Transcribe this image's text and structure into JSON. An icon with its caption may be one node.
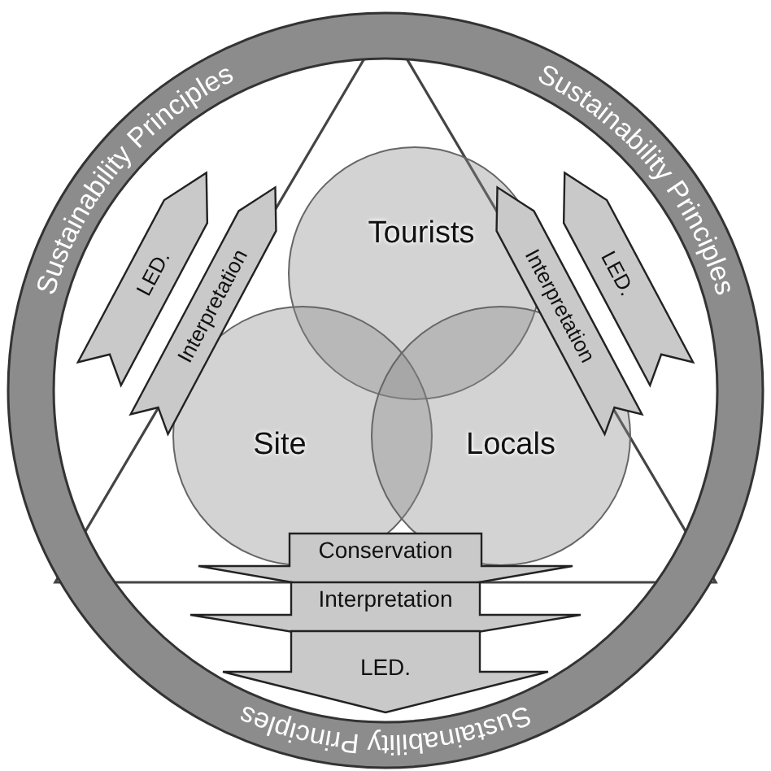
{
  "diagram": {
    "nodes": [
      {
        "text": [
          "Sustainability Principles",
          "Sustainability Principles",
          "Sustainability Principles"
        ]
      },
      {
        "text": [
          "Tourists"
        ],
        "in": 0
      },
      {
        "text": [
          "Site"
        ],
        "in": 0
      },
      {
        "text": [
          "Locals"
        ],
        "in": 0
      },
      {
        "text": [
          "LED."
        ],
        "in": 0
      },
      {
        "text": [
          "Interpretation"
        ],
        "in": 0
      },
      {
        "text": [
          "Interpretation"
        ],
        "in": 0
      },
      {
        "text": [
          "LED."
        ],
        "in": 0
      },
      {
        "text": [
          "Conservation"
        ],
        "in": 0
      },
      {
        "text": [
          "Interpretation"
        ],
        "in": 0
      },
      {
        "text": [
          "LED."
        ],
        "in": 0
      }
    ]
  }
}
